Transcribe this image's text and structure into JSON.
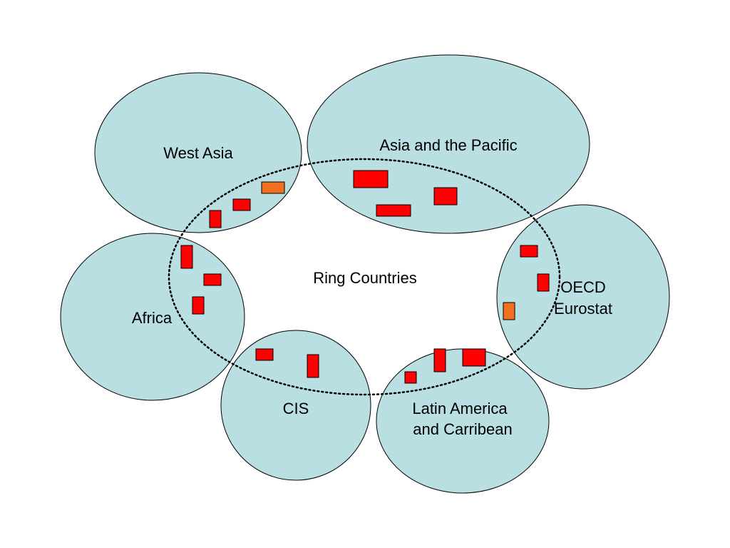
{
  "colors": {
    "region_fill": "#b9dfe3",
    "region_stroke": "#000000",
    "ring_stroke": "#000000",
    "marker_red": "#ff0000",
    "marker_orange": "#f07020"
  },
  "labels": {
    "west_asia": "West Asia",
    "asia_pacific": "Asia and the Pacific",
    "africa": "Africa",
    "oecd_line1": "OECD",
    "oecd_line2": "Eurostat",
    "cis": "CIS",
    "latam_line1": "Latin America",
    "latam_line2": "and Carribean",
    "ring_countries": "Ring Countries"
  },
  "markers": {
    "west_asia": [
      "red",
      "red",
      "orange"
    ],
    "asia_pacific": [
      "red",
      "red",
      "red"
    ],
    "africa": [
      "red",
      "red",
      "red"
    ],
    "oecd": [
      "red",
      "red",
      "orange"
    ],
    "cis": [
      "red",
      "red"
    ],
    "latam": [
      "red",
      "red",
      "red"
    ]
  }
}
